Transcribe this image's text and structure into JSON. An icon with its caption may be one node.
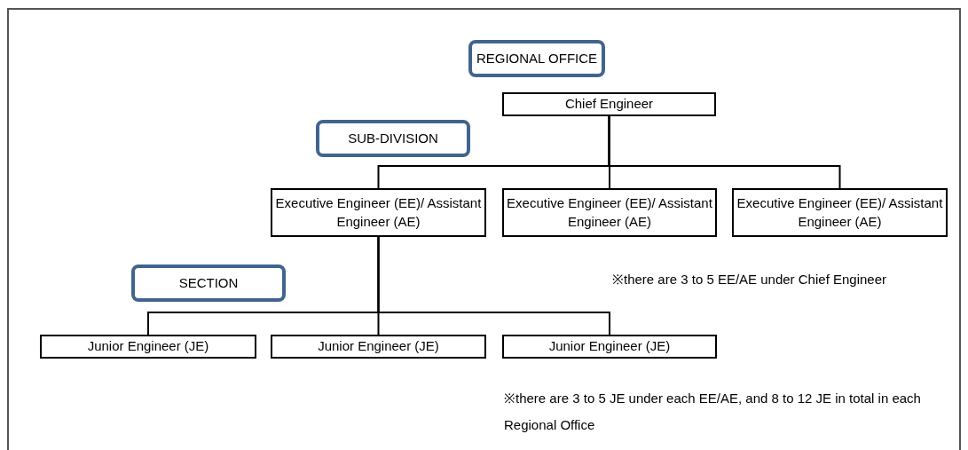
{
  "diagram": {
    "nodes": [
      {
        "text": [
          "REGIONAL OFFICE"
        ]
      },
      {
        "text": [
          "Chief Engineer"
        ]
      },
      {
        "text": [
          "SUB-DIVISION"
        ]
      },
      {
        "text": [
          "Executive Engineer (EE)/ Assistant Engineer (AE)"
        ]
      },
      {
        "text": [
          "Executive Engineer (EE)/ Assistant Engineer (AE)"
        ]
      },
      {
        "text": [
          "Executive Engineer (EE)/ Assistant Engineer (AE)"
        ]
      },
      {
        "text": [
          "SECTION"
        ]
      },
      {
        "text": [
          "Junior Engineer (JE)"
        ]
      },
      {
        "text": [
          "Junior Engineer (JE)"
        ]
      },
      {
        "text": [
          "Junior Engineer (JE)"
        ]
      }
    ],
    "edges": [
      {
        "from": 1,
        "to": 3,
        "arrow": "none"
      },
      {
        "from": 1,
        "to": 4,
        "arrow": "none"
      },
      {
        "from": 1,
        "to": 5,
        "arrow": "none"
      },
      {
        "from": 3,
        "to": 7,
        "arrow": "none"
      },
      {
        "from": 3,
        "to": 8,
        "arrow": "none"
      },
      {
        "from": 3,
        "to": 9,
        "arrow": "none"
      }
    ],
    "labels": [
      "※there are 3 to 5 EE/AE under Chief Engineer",
      "※there are 3 to 5 JE under each EE/AE, and 8 to 12 JE in total in each Regional Office"
    ]
  }
}
